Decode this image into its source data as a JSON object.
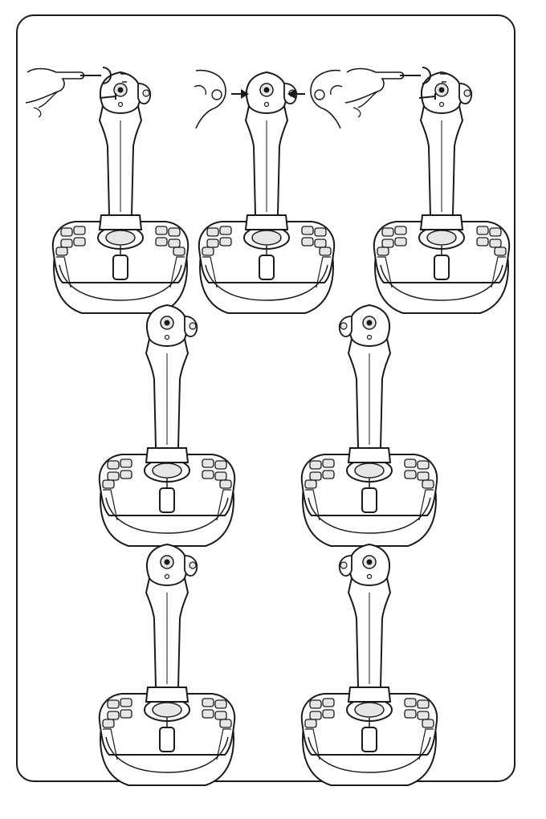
{
  "figure": {
    "stroke_color": "#1a1a1a",
    "fill_color": "#ffffff",
    "shade_color": "#e6e6e6",
    "panels": [
      {
        "id": "remove-left",
        "hand": "left",
        "action": "remove-screw"
      },
      {
        "id": "swap-grip",
        "hand": "both",
        "action": "press-grip-sides"
      },
      {
        "id": "remove-right",
        "hand": "right",
        "action": "remove-screw"
      },
      {
        "id": "variant-1",
        "mirrored": false
      },
      {
        "id": "variant-2",
        "mirrored": true
      },
      {
        "id": "variant-3",
        "mirrored": false
      },
      {
        "id": "variant-4",
        "mirrored": true
      }
    ],
    "icons": [
      "hand-icon",
      "screwdriver-icon",
      "screw-icon",
      "arrow-right-icon",
      "arrow-left-icon",
      "joystick-icon"
    ]
  }
}
